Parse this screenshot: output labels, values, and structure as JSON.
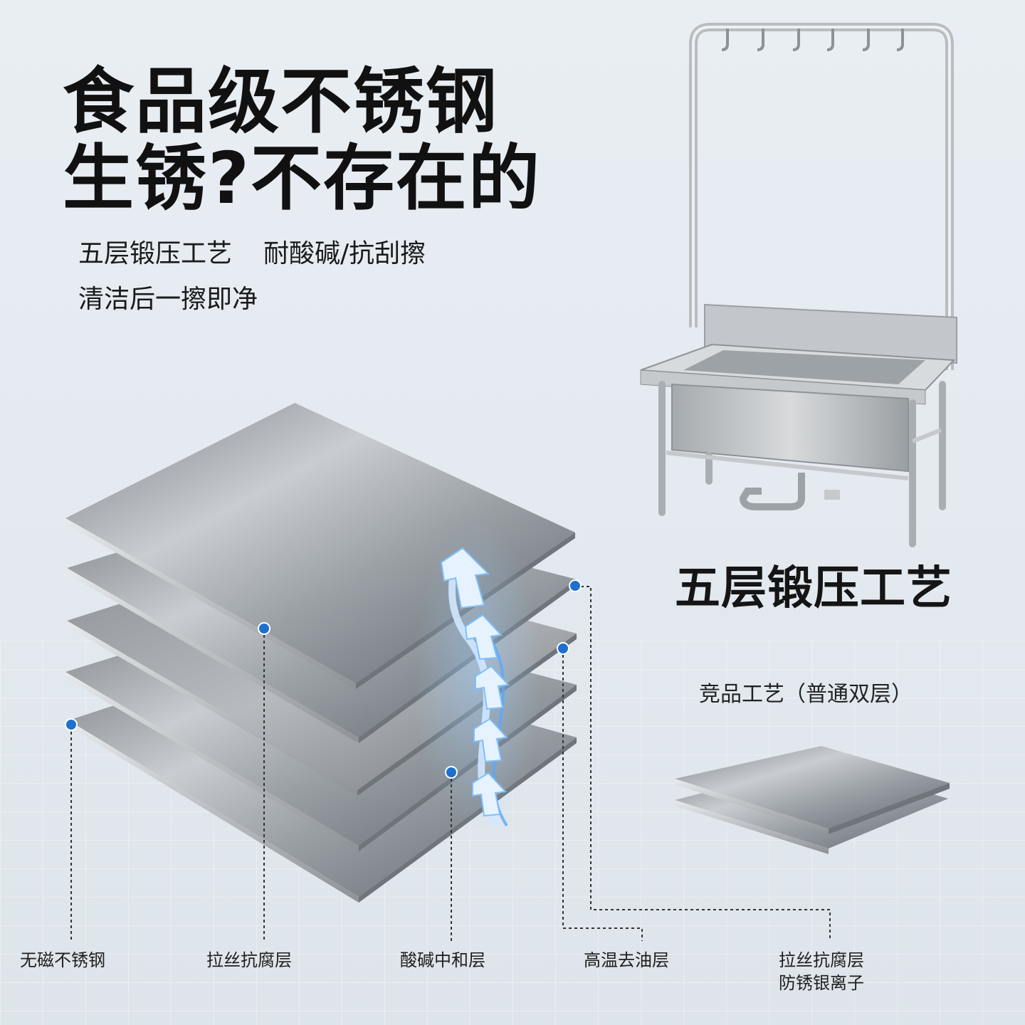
{
  "headline": {
    "line1": "食品级不锈钢",
    "line2": "生锈?不存在的"
  },
  "features": {
    "line1_part1": "五层锻压工艺",
    "line1_part2": "耐酸碱/抗刮擦",
    "line2": "清洁后一擦即净"
  },
  "product_title": "五层锻压工艺",
  "comparison_label": "竞品工艺（普通双层）",
  "layer_labels": {
    "layer1": "无磁不锈钢",
    "layer2": "拉丝抗腐层",
    "layer3": "酸碱中和层",
    "layer4": "高温去油层",
    "layer5_line1": "拉丝抗腐层",
    "layer5_line2": "防锈银离子"
  },
  "colors": {
    "marker_blue": "#1f6fd0",
    "arrow_glow": "#6fb6ff",
    "text_dark": "#111111"
  }
}
